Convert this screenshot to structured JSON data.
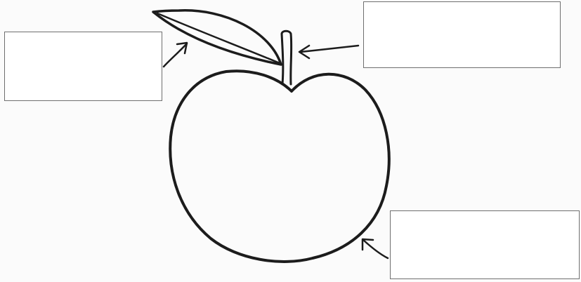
{
  "diagram": {
    "subject": "apple",
    "labels": [
      {
        "part": "leaf",
        "text": ""
      },
      {
        "part": "stem",
        "text": ""
      },
      {
        "part": "skin",
        "text": ""
      }
    ],
    "colors": {
      "ink": "#1c1c1c",
      "box_border": "#6f6f6f",
      "background": "#fbfbfb"
    }
  }
}
